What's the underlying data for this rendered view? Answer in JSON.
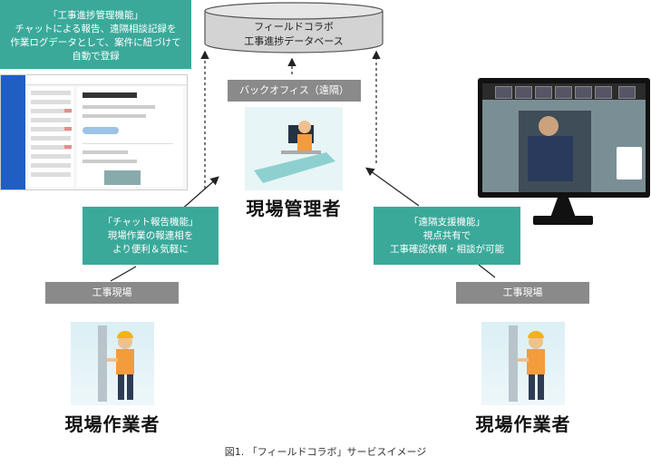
{
  "feature_top": {
    "line1": "「工事進捗管理機能」",
    "line2": "チャットによる報告、遠隔相談記録を",
    "line3": "作業ログデータとして、案件に紐づけて",
    "line4": "自動で登録"
  },
  "database": {
    "line1": "フィールドコラボ",
    "line2": "工事進捗データベース"
  },
  "back_office": "バックオフィス（遠隔）",
  "site_manager": "現場管理者",
  "chat_feature": {
    "line1": "「チャット報告機能」",
    "line2": "現場作業の報連相を",
    "line3": "より便利＆気軽に"
  },
  "remote_feature": {
    "line1": "「遠隔支援機能」",
    "line2": "視点共有で",
    "line3": "工事確認依頼・相談が可能"
  },
  "left_site": "工事現場",
  "right_site": "工事現場",
  "left_worker": "現場作業者",
  "right_worker": "現場作業者",
  "caption": "図1. 「フィールドコラボ」サービスイメージ",
  "colors": {
    "teal": "#3aa99a",
    "gray_label": "#8a8a8a"
  }
}
